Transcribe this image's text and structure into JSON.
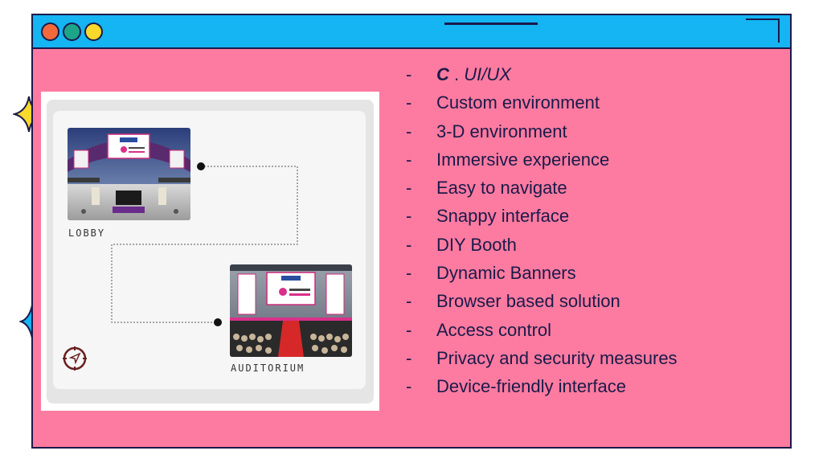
{
  "window": {
    "colors": {
      "background": "#fd7ba0",
      "titlebar": "#15b4f3",
      "border": "#1a1a4a",
      "dot_red": "#f26a3b",
      "dot_green": "#1da58a",
      "dot_yellow": "#f9d92b"
    }
  },
  "decorations": {
    "sparkle_top_color": "#f9d92b",
    "sparkle_bottom_color": "#15b4f3"
  },
  "image": {
    "lobby_label": "LOBBY",
    "auditorium_label": "AUDITORIUM",
    "compass_icon": "compass-icon"
  },
  "features": {
    "heading": {
      "dash": "-",
      "letter": "C",
      "separator": " . ",
      "rest": "UI/UX"
    },
    "items": [
      {
        "dash": "-",
        "label": "Custom environment"
      },
      {
        "dash": "-",
        "label": "3-D environment"
      },
      {
        "dash": "-",
        "label": "Immersive experience"
      },
      {
        "dash": "-",
        "label": "Easy to navigate"
      },
      {
        "dash": "-",
        "label": "Snappy interface"
      },
      {
        "dash": "-",
        "label": "DIY Booth"
      },
      {
        "dash": "-",
        "label": "Dynamic Banners"
      },
      {
        "dash": "-",
        "label": "Browser based solution"
      },
      {
        "dash": "-",
        "label": "Access control"
      },
      {
        "dash": "-",
        "label": "Privacy and security measures"
      },
      {
        "dash": "-",
        "label": "Device-friendly interface"
      }
    ]
  }
}
